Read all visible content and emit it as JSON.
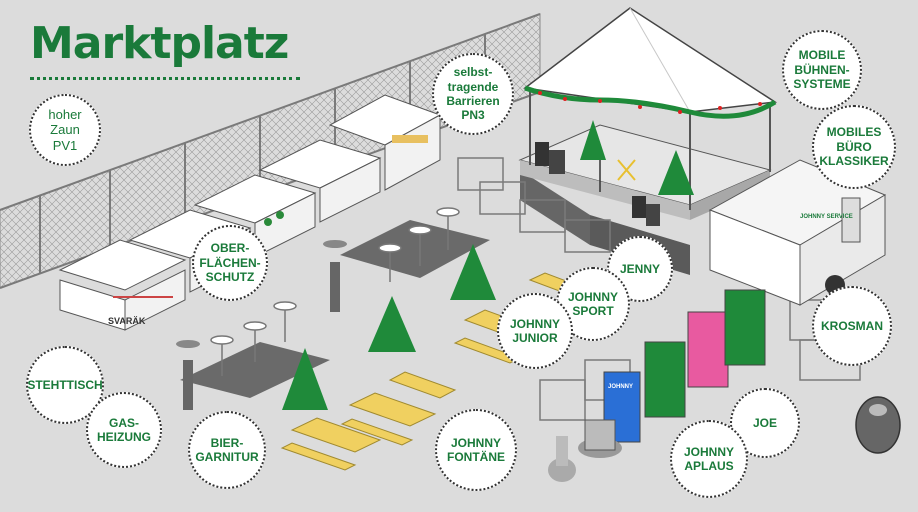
{
  "title": "Marktplatz",
  "colors": {
    "brand_green": "#1a7a3a",
    "ground": "#dcdcdc",
    "path": "#6a6a6a",
    "bench": "#f0d060",
    "toilet_green": "#1f8a3a",
    "toilet_pink": "#e85aa0",
    "toilet_blue": "#2a6fd6"
  },
  "booth_label": "SVARÄK",
  "trailer_logo": "JOHNNY SERVICE",
  "toilet_logo": "JOHNNY",
  "callouts": [
    {
      "id": "zaun",
      "text": "hoher\nZaun\nPV1"
    },
    {
      "id": "barrieren",
      "text": "selbst-\ntragende\nBarrieren\nPN3"
    },
    {
      "id": "buehne",
      "text": "MOBILE\nBÜHNEN-\nSYSTEME"
    },
    {
      "id": "buero",
      "text": "MOBILES\nBÜRO\nKLASSIKER"
    },
    {
      "id": "oberflaechen",
      "text": "OBER-\nFLÄCHEN-\nSCHUTZ"
    },
    {
      "id": "jenny",
      "text": "JENNY"
    },
    {
      "id": "johnny-sport",
      "text": "JOHNNY\nSPORT"
    },
    {
      "id": "johnny-junior",
      "text": "JOHNNY\nJUNIOR"
    },
    {
      "id": "krosman",
      "text": "KROSMAN"
    },
    {
      "id": "stehttisch",
      "text": "STEHTTISCH"
    },
    {
      "id": "gas",
      "text": "GAS-\nHEIZUNG"
    },
    {
      "id": "bier",
      "text": "BIER-\nGARNITUR"
    },
    {
      "id": "fontaene",
      "text": "JOHNNY\nFONTÄNE"
    },
    {
      "id": "joe",
      "text": "JOE"
    },
    {
      "id": "aplaus",
      "text": "JOHNNY\nAPLAUS"
    }
  ]
}
